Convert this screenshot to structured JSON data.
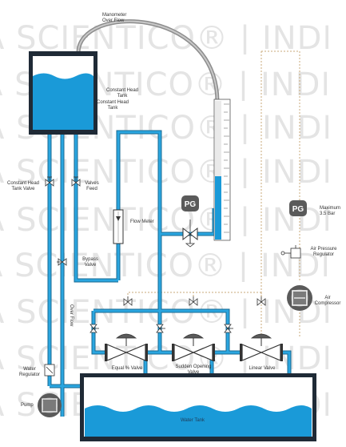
{
  "watermark": "A SCIENTICO® | INDIA SCIENTICO® | INDIA S",
  "labels": {
    "manometer": [
      "Manometer",
      "Over Flow"
    ],
    "constant_head_tank_a": [
      "Constant Head",
      "Tank"
    ],
    "constant_head_tank_b": [
      "Constant Head",
      "Tank"
    ],
    "constant_head_tank_valve": [
      "Constant Head",
      "Tank Valve"
    ],
    "valves_feed": [
      "Valves",
      "Feed"
    ],
    "flow_meter": "Flow Meter",
    "bypass_valve": [
      "Bypass",
      "Valve"
    ],
    "over_flow": "Over Flow",
    "water_regulator": [
      "Water",
      "Regulator"
    ],
    "pump": "Pump",
    "equal_pct_valve": "Equal % Valve",
    "sudden_opening_valve": [
      "Sudden Opening",
      "Valve"
    ],
    "linear_valve": "Linear Valve",
    "water_tank": "Water Tank",
    "maximum": [
      "Maximum",
      "3.5 Bar"
    ],
    "air_pressure_regulator": [
      "Air Pressure",
      "Regulator"
    ],
    "air_compressor": [
      "Air",
      "Compressor"
    ],
    "pressure_gauge": "PG"
  },
  "colors": {
    "water": "#1a9ad8",
    "pipe": "#2aa6e0",
    "pipe_outline": "#1a6a92",
    "tank_frame": "#1f2a36",
    "component": "#5a5a5a",
    "watermark": "#e4e4e4",
    "air_line": "#c9a878"
  }
}
